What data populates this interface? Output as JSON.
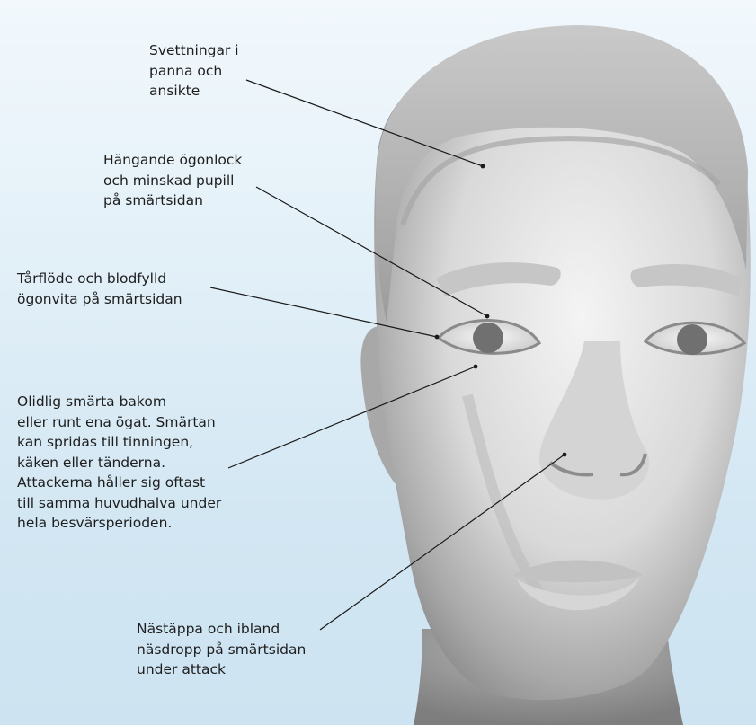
{
  "annotations": [
    {
      "id": "svettningar",
      "text": "Svettningar i\npanna och\nansikte"
    },
    {
      "id": "ogonlock",
      "text": "Hängande ögonlock\noch minskad pupill\npå smärtsidan"
    },
    {
      "id": "tarflode",
      "text": "Tårflöde och blodfylld\nögonvita på smärtsidan"
    },
    {
      "id": "smarta",
      "text": "Olidlig smärta bakom\neller runt ena ögat. Smärtan\nkan spridas till tinningen,\nkäken eller tänderna.\nAttackerna håller sig oftast\ntill samma huvudhalva under\nhela besvärsperioden."
    },
    {
      "id": "nastappa",
      "text": "Nästäppa och ibland\nnäsdropp på smärtsidan\nunder attack"
    }
  ]
}
